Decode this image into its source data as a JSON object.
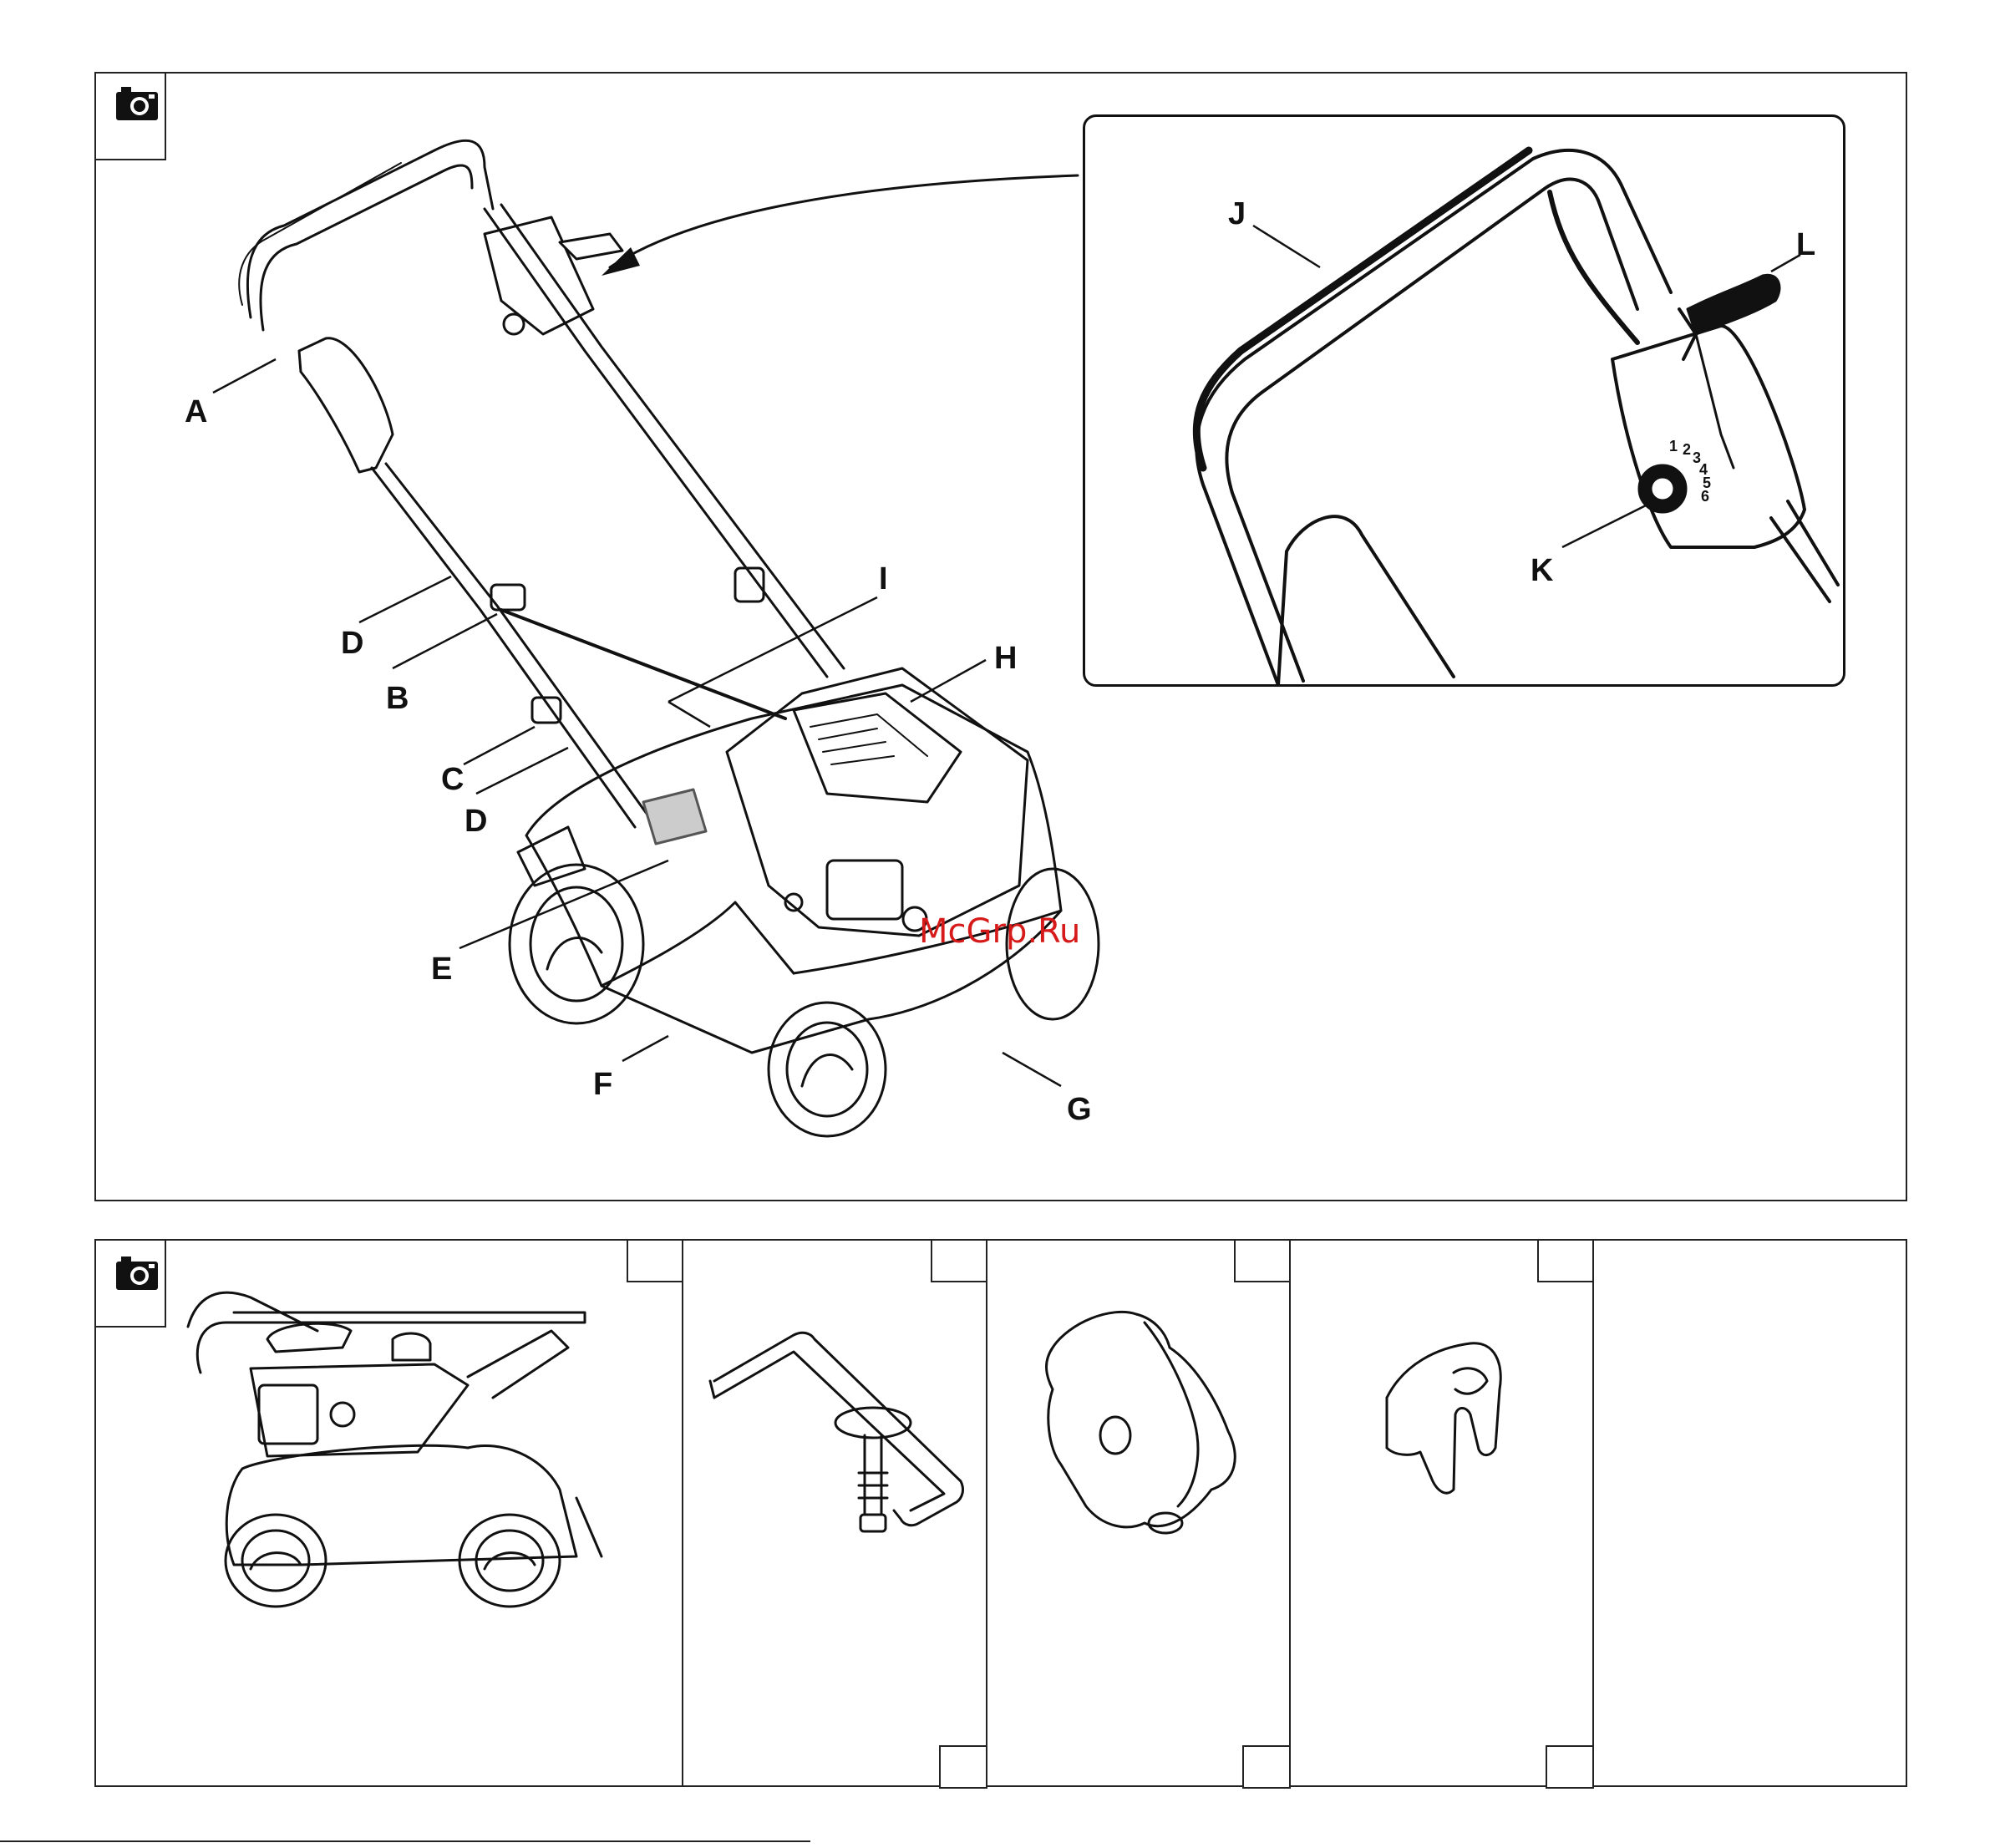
{
  "labels": {
    "A": "A",
    "B": "B",
    "C": "C",
    "D1": "D",
    "D2": "D",
    "E": "E",
    "F": "F",
    "G": "G",
    "H": "H",
    "I": "I",
    "J": "J",
    "K": "K",
    "L": "L"
  },
  "dial_numbers": [
    "1",
    "2",
    "3",
    "4",
    "5",
    "6"
  ],
  "watermark": "McGrp.Ru",
  "icons": {
    "top_panel": "camera-icon",
    "bottom_panel": "camera-icon"
  },
  "colors": {
    "watermark": "#d61a1a",
    "line": "#111111"
  }
}
